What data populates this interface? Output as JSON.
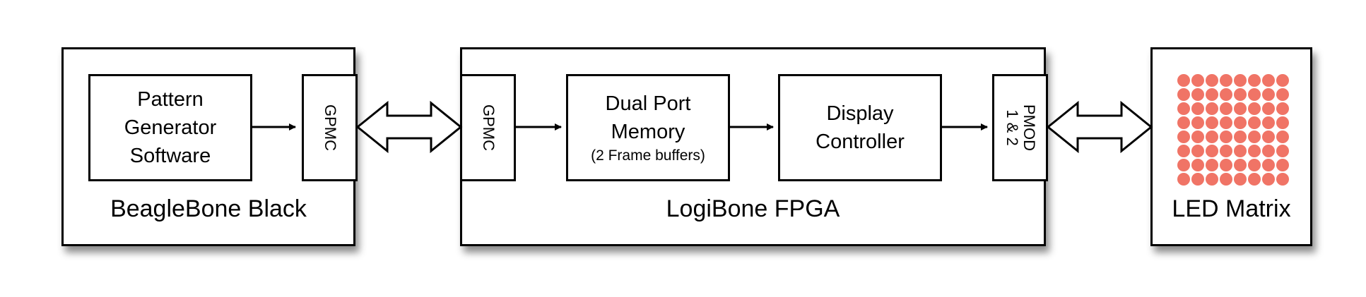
{
  "beaglebone": {
    "title": "BeagleBone Black",
    "software": [
      "Pattern",
      "Generator",
      "Software"
    ],
    "port": "GPMC"
  },
  "logibone": {
    "title": "LogiBone FPGA",
    "port_in": "GPMC",
    "memory": [
      "Dual Port",
      "Memory"
    ],
    "memory_note": "(2 Frame buffers)",
    "controller": [
      "Display",
      "Controller"
    ],
    "port_out": [
      "PMOD",
      "1 & 2"
    ]
  },
  "led_matrix": {
    "title": "LED Matrix",
    "rows": 8,
    "cols": 8,
    "led_color": "#f07466"
  },
  "colors": {
    "line": "#000000",
    "box_fill": "#ffffff"
  }
}
